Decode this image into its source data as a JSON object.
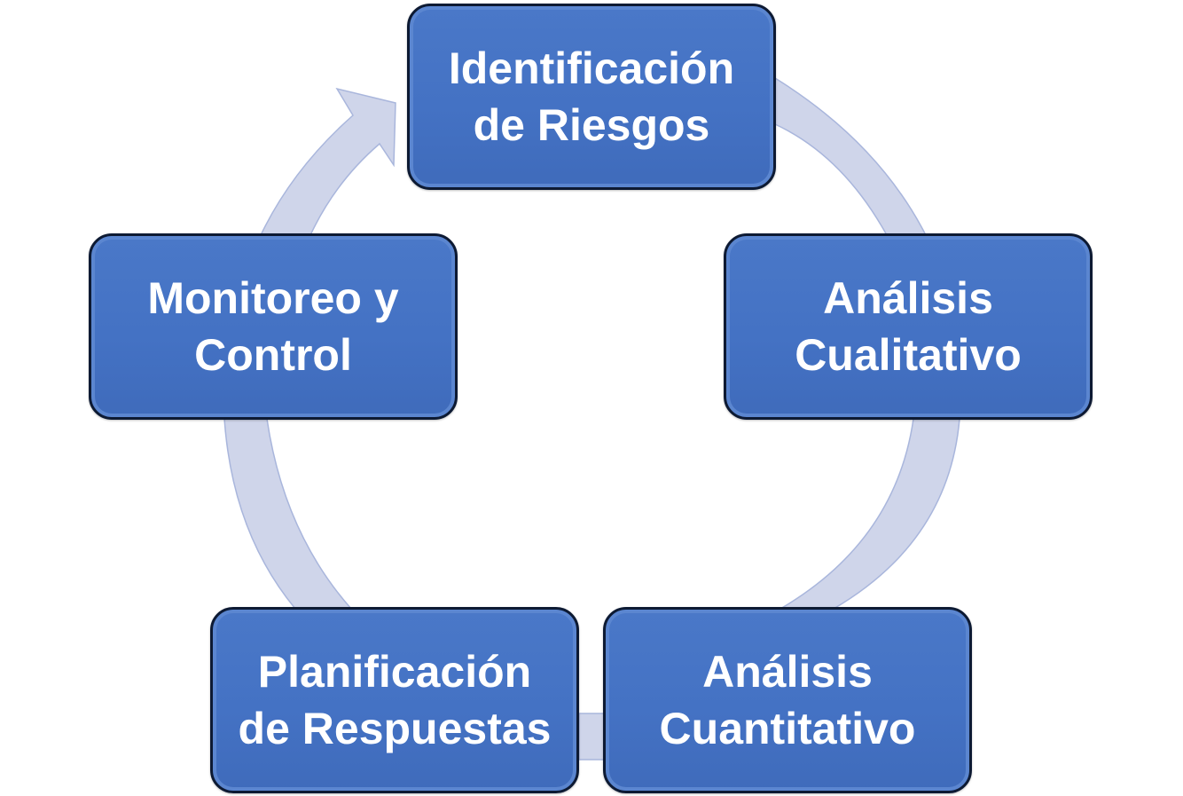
{
  "diagram": {
    "type": "cycle",
    "colors": {
      "node_fill": "#4472c4",
      "node_border": "#0d1a33",
      "node_text": "#ffffff",
      "ring_fill": "#cfd5ea",
      "ring_stroke": "#a9b6dc"
    },
    "nodes": [
      {
        "id": "identificacion",
        "label": "Identificación\nde Riesgos"
      },
      {
        "id": "cualitativo",
        "label": "Análisis\nCualitativo"
      },
      {
        "id": "cuantitativo",
        "label": "Análisis\nCuantitativo"
      },
      {
        "id": "respuestas",
        "label": "Planificación\nde Respuestas"
      },
      {
        "id": "monitoreo",
        "label": "Monitoreo  y\nControl"
      }
    ]
  }
}
